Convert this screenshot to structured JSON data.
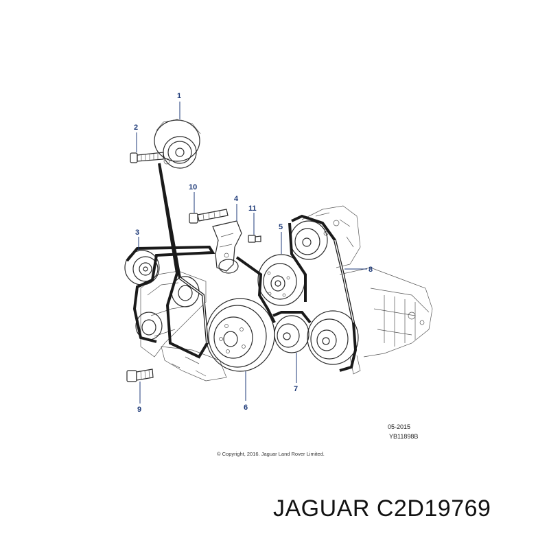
{
  "callouts": [
    {
      "id": "1",
      "label": "1"
    },
    {
      "id": "2",
      "label": "2"
    },
    {
      "id": "3",
      "label": "3"
    },
    {
      "id": "4",
      "label": "4"
    },
    {
      "id": "5",
      "label": "5"
    },
    {
      "id": "6",
      "label": "6"
    },
    {
      "id": "7",
      "label": "7"
    },
    {
      "id": "8",
      "label": "8"
    },
    {
      "id": "9",
      "label": "9"
    },
    {
      "id": "10",
      "label": "10"
    },
    {
      "id": "11",
      "label": "11"
    }
  ],
  "drawing": {
    "date_code": "05-2015",
    "reference_code": "YB11898B",
    "copyright": "© Copyright, 2016. Jaguar Land Rover Limited."
  },
  "caption": {
    "brand": "JAGUAR",
    "part_number": "C2D19769"
  },
  "colors": {
    "callout": "#1e3a78",
    "lineart": "#2a2a2a",
    "belt": "#1a1a1a"
  }
}
